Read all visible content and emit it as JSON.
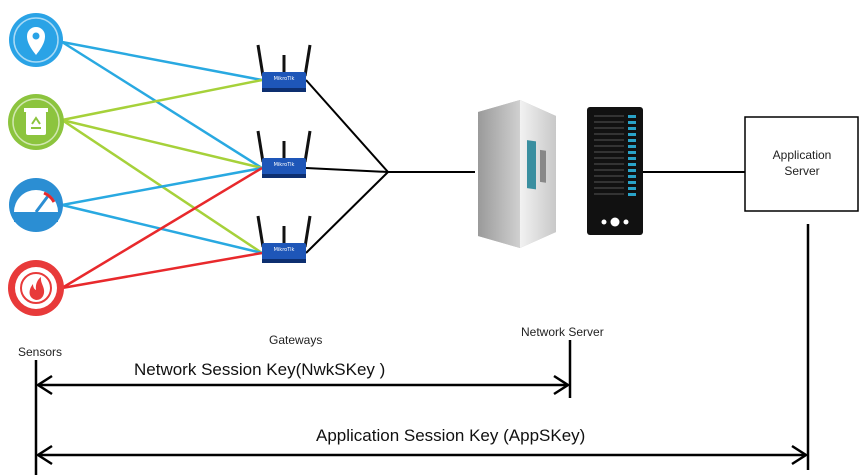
{
  "labels": {
    "sensors": "Sensors",
    "gateways": "Gateways",
    "network_server": "Network Server",
    "application_server_line1": "Application",
    "application_server_line2": "Server",
    "nwk_key": "Network Session Key(NwkSKey )",
    "app_key": "Application Session Key (AppSKey)",
    "gateway_brand": "MikroTik"
  },
  "sensors": [
    {
      "icon": "location-pin-icon",
      "color": "#1ea0e0"
    },
    {
      "icon": "recycle-bin-icon",
      "color": "#8dc63f"
    },
    {
      "icon": "gauge-icon",
      "color": "#2a8fd0"
    },
    {
      "icon": "fire-alarm-icon",
      "color": "#e83a3a"
    }
  ],
  "link_colors": {
    "location": "#29a9e1",
    "recycle": "#a6d13a",
    "gauge": "#29a9e1",
    "fire": "#e8292c",
    "backhaul": "#000000"
  }
}
